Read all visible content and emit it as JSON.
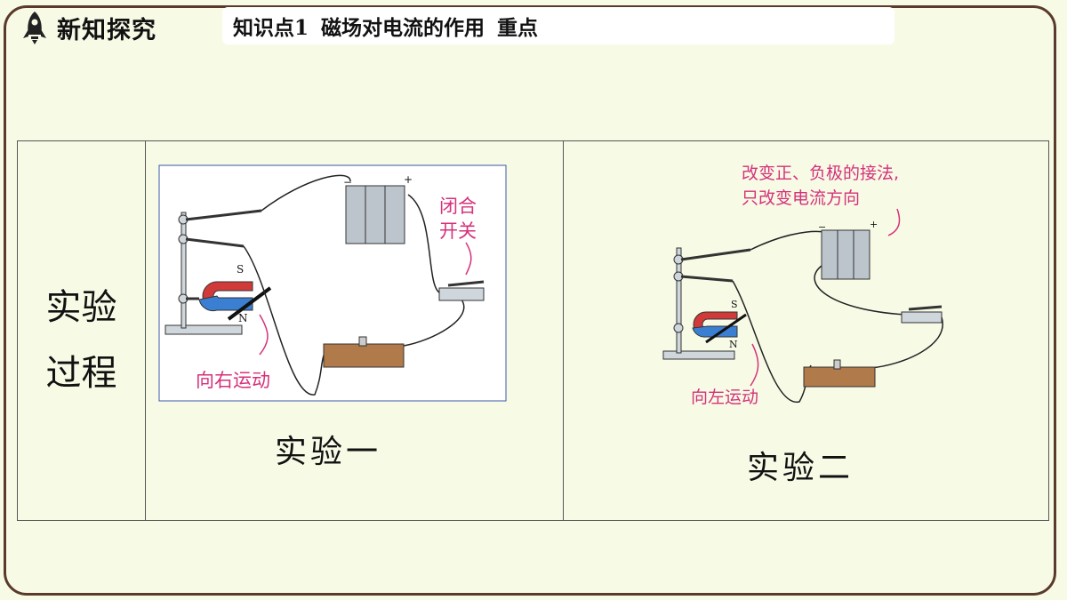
{
  "header": {
    "section_title": "新知探究",
    "knowledge_point": "知识点1",
    "topic": "磁场对电流的作用",
    "badge": "重点"
  },
  "table": {
    "row_label_line1": "实验",
    "row_label_line2": "过程",
    "experiments": [
      {
        "caption": "实验一",
        "switch_note_line1": "闭合",
        "switch_note_line2": "开关",
        "motion_note": "向右运动",
        "pole_s": "S",
        "pole_n": "N",
        "battery_minus": "−",
        "battery_plus": "+"
      },
      {
        "caption": "实验二",
        "change_note_line1": "改变正、负极的接法,",
        "change_note_line2": "只改变电流方向",
        "motion_note": "向左运动",
        "pole_s": "S",
        "pole_n": "N",
        "battery_minus": "−",
        "battery_plus": "+"
      }
    ]
  },
  "colors": {
    "annotation": "#d6317a",
    "border": "#5a3a2a",
    "background": "#f7fbe6"
  }
}
